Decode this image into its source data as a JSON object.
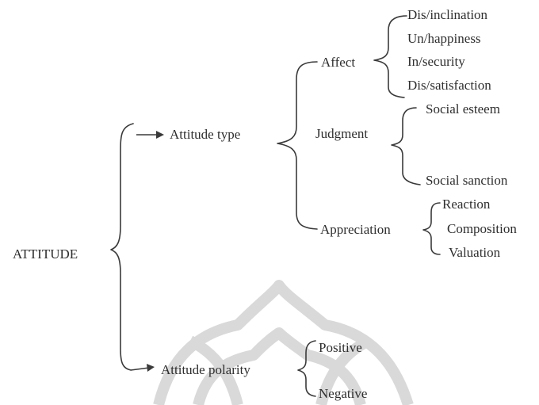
{
  "root": {
    "label": "ATTITUDE"
  },
  "branches": {
    "type": {
      "label": "Attitude type"
    },
    "polarity": {
      "label": "Attitude polarity"
    }
  },
  "type_children": {
    "affect": {
      "label": "Affect"
    },
    "judgment": {
      "label": "Judgment"
    },
    "appreciation": {
      "label": "Appreciation"
    }
  },
  "affect_items": [
    "Dis/inclination",
    "Un/happiness",
    "In/security",
    "Dis/satisfaction"
  ],
  "judgment_items": [
    "Social esteem",
    "Social sanction"
  ],
  "appreciation_items": [
    "Reaction",
    "Composition",
    "Valuation"
  ],
  "polarity_items": [
    "Positive",
    "Negative"
  ],
  "colors": {
    "text": "#2e2e2e",
    "line": "#3a3a3a",
    "watermark": "#d9d9d9"
  }
}
